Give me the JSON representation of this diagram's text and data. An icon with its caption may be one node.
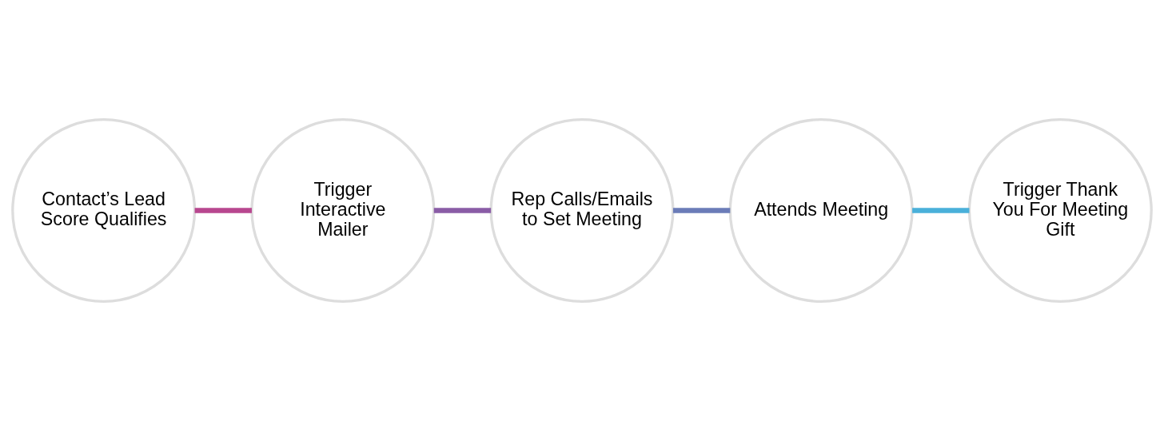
{
  "diagram": {
    "nodes": [
      {
        "text": [
          "Contact’s Lead Score Qualifies"
        ]
      },
      {
        "text": [
          "Trigger Interactive Mailer"
        ]
      },
      {
        "text": [
          "Rep Calls/Emails to Set Meeting"
        ]
      },
      {
        "text": [
          "Attends Meeting"
        ]
      },
      {
        "text": [
          "Trigger Thank You For Meeting Gift"
        ]
      }
    ],
    "edges": [
      {
        "from": 0,
        "to": 1,
        "arrow": "none",
        "color": "#b8478f"
      },
      {
        "from": 1,
        "to": 2,
        "arrow": "none",
        "color": "#8a5ca6"
      },
      {
        "from": 2,
        "to": 3,
        "arrow": "none",
        "color": "#6b7cb8"
      },
      {
        "from": 3,
        "to": 4,
        "arrow": "none",
        "color": "#4ab0da"
      }
    ]
  }
}
